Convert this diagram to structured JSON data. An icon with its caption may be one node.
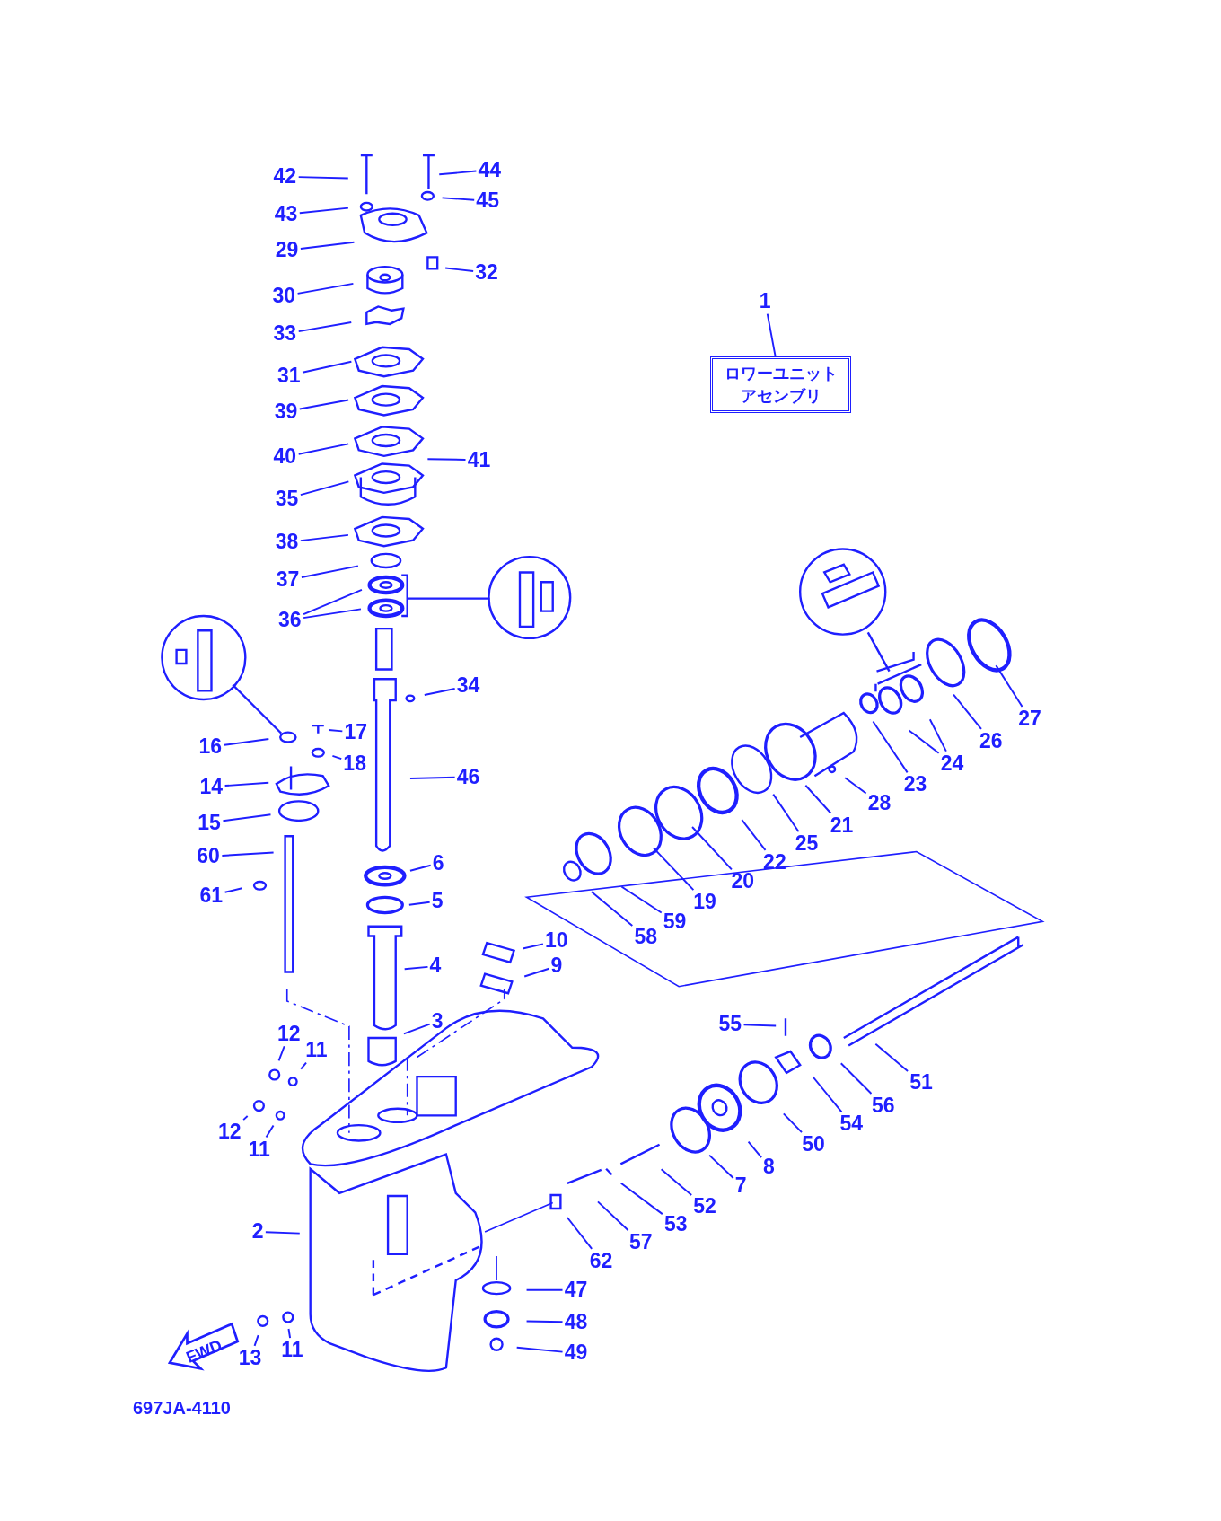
{
  "diagram": {
    "nodes": [
      {
        "text": [
          "42"
        ]
      },
      {
        "text": [
          "44"
        ]
      },
      {
        "text": [
          "43"
        ]
      },
      {
        "text": [
          "45"
        ]
      },
      {
        "text": [
          "29"
        ]
      },
      {
        "text": [
          "32"
        ]
      },
      {
        "text": [
          "30"
        ]
      },
      {
        "text": [
          "1"
        ]
      },
      {
        "text": [
          "33"
        ]
      },
      {
        "text": [
          "ロワーユニットアセンブリ"
        ]
      },
      {
        "text": [
          "31"
        ]
      },
      {
        "text": [
          "39"
        ]
      },
      {
        "text": [
          "40"
        ]
      },
      {
        "text": [
          "41"
        ]
      },
      {
        "text": [
          "35"
        ]
      },
      {
        "text": [
          "38"
        ]
      },
      {
        "text": [
          "37"
        ]
      },
      {
        "text": [
          "36"
        ]
      },
      {
        "text": [
          "34"
        ]
      },
      {
        "text": [
          "27"
        ]
      },
      {
        "text": [
          "17"
        ]
      },
      {
        "text": [
          "26"
        ]
      },
      {
        "text": [
          "16"
        ]
      },
      {
        "text": [
          "18"
        ]
      },
      {
        "text": [
          "24"
        ]
      },
      {
        "text": [
          "46"
        ]
      },
      {
        "text": [
          "23"
        ]
      },
      {
        "text": [
          "14"
        ]
      },
      {
        "text": [
          "28"
        ]
      },
      {
        "text": [
          "15"
        ]
      },
      {
        "text": [
          "21"
        ]
      },
      {
        "text": [
          "25"
        ]
      },
      {
        "text": [
          "60"
        ]
      },
      {
        "text": [
          "22"
        ]
      },
      {
        "text": [
          "6"
        ]
      },
      {
        "text": [
          "20"
        ]
      },
      {
        "text": [
          "61"
        ]
      },
      {
        "text": [
          "5"
        ]
      },
      {
        "text": [
          "19"
        ]
      },
      {
        "text": [
          "59"
        ]
      },
      {
        "text": [
          "58"
        ]
      },
      {
        "text": [
          "10"
        ]
      },
      {
        "text": [
          "9"
        ]
      },
      {
        "text": [
          "4"
        ]
      },
      {
        "text": [
          "3"
        ]
      },
      {
        "text": [
          "55"
        ]
      },
      {
        "text": [
          "12"
        ]
      },
      {
        "text": [
          "11"
        ]
      },
      {
        "text": [
          "51"
        ]
      },
      {
        "text": [
          "56"
        ]
      },
      {
        "text": [
          "54"
        ]
      },
      {
        "text": [
          "12"
        ]
      },
      {
        "text": [
          "50"
        ]
      },
      {
        "text": [
          "11"
        ]
      },
      {
        "text": [
          "8"
        ]
      },
      {
        "text": [
          "7"
        ]
      },
      {
        "text": [
          "52"
        ]
      },
      {
        "text": [
          "53"
        ]
      },
      {
        "text": [
          "2"
        ]
      },
      {
        "text": [
          "57"
        ]
      },
      {
        "text": [
          "62"
        ]
      },
      {
        "text": [
          "47"
        ]
      },
      {
        "text": [
          "48"
        ]
      },
      {
        "text": [
          "11"
        ]
      },
      {
        "text": [
          "49"
        ]
      },
      {
        "text": [
          "13"
        ]
      }
    ],
    "edges": [
      {
        "from": 0,
        "to": null,
        "arrow": "none"
      },
      {
        "from": 1,
        "to": null,
        "arrow": "none"
      },
      {
        "from": 2,
        "to": null,
        "arrow": "none"
      },
      {
        "from": 3,
        "to": null,
        "arrow": "none"
      },
      {
        "from": 4,
        "to": null,
        "arrow": "none"
      },
      {
        "from": 5,
        "to": null,
        "arrow": "none"
      },
      {
        "from": 6,
        "to": null,
        "arrow": "none"
      },
      {
        "from": 7,
        "to": 9,
        "arrow": "none"
      },
      {
        "from": 8,
        "to": null,
        "arrow": "none"
      },
      {
        "from": 10,
        "to": null,
        "arrow": "none"
      },
      {
        "from": 11,
        "to": null,
        "arrow": "none"
      },
      {
        "from": 12,
        "to": null,
        "arrow": "none"
      },
      {
        "from": 13,
        "to": null,
        "arrow": "none"
      },
      {
        "from": 14,
        "to": null,
        "arrow": "none"
      },
      {
        "from": 15,
        "to": null,
        "arrow": "none"
      },
      {
        "from": 16,
        "to": null,
        "arrow": "none"
      },
      {
        "from": 17,
        "to": null,
        "arrow": "none"
      },
      {
        "from": 17,
        "to": null,
        "arrow": "none"
      },
      {
        "from": 18,
        "to": null,
        "arrow": "none"
      },
      {
        "from": 19,
        "to": null,
        "arrow": "none"
      },
      {
        "from": 20,
        "to": null,
        "arrow": "none"
      },
      {
        "from": 21,
        "to": null,
        "arrow": "none"
      },
      {
        "from": 22,
        "to": null,
        "arrow": "none"
      },
      {
        "from": 23,
        "to": null,
        "arrow": "none"
      },
      {
        "from": 24,
        "to": null,
        "arrow": "none"
      },
      {
        "from": 24,
        "to": null,
        "arrow": "none"
      },
      {
        "from": 25,
        "to": null,
        "arrow": "none"
      },
      {
        "from": 26,
        "to": null,
        "arrow": "none"
      },
      {
        "from": 27,
        "to": null,
        "arrow": "none"
      },
      {
        "from": 28,
        "to": null,
        "arrow": "none"
      },
      {
        "from": 29,
        "to": null,
        "arrow": "none"
      },
      {
        "from": 30,
        "to": null,
        "arrow": "none"
      },
      {
        "from": 31,
        "to": null,
        "arrow": "none"
      },
      {
        "from": 32,
        "to": null,
        "arrow": "none"
      },
      {
        "from": 33,
        "to": null,
        "arrow": "none"
      },
      {
        "from": 34,
        "to": null,
        "arrow": "none"
      },
      {
        "from": 35,
        "to": null,
        "arrow": "none"
      },
      {
        "from": 36,
        "to": null,
        "arrow": "none"
      },
      {
        "from": 37,
        "to": null,
        "arrow": "none"
      },
      {
        "from": 38,
        "to": null,
        "arrow": "none"
      },
      {
        "from": 39,
        "to": null,
        "arrow": "none"
      },
      {
        "from": 40,
        "to": null,
        "arrow": "none"
      },
      {
        "from": 41,
        "to": null,
        "arrow": "none"
      },
      {
        "from": 42,
        "to": null,
        "arrow": "none"
      },
      {
        "from": 43,
        "to": null,
        "arrow": "none"
      },
      {
        "from": 44,
        "to": null,
        "arrow": "none"
      },
      {
        "from": 45,
        "to": null,
        "arrow": "none"
      },
      {
        "from": 46,
        "to": null,
        "arrow": "none"
      },
      {
        "from": 47,
        "to": null,
        "arrow": "none"
      },
      {
        "from": 48,
        "to": null,
        "arrow": "none"
      },
      {
        "from": 49,
        "to": null,
        "arrow": "none"
      },
      {
        "from": 50,
        "to": null,
        "arrow": "none"
      },
      {
        "from": 51,
        "to": null,
        "arrow": "none"
      },
      {
        "from": 52,
        "to": null,
        "arrow": "none"
      },
      {
        "from": 53,
        "to": null,
        "arrow": "none"
      },
      {
        "from": 54,
        "to": null,
        "arrow": "none"
      },
      {
        "from": 55,
        "to": null,
        "arrow": "none"
      },
      {
        "from": 56,
        "to": null,
        "arrow": "none"
      },
      {
        "from": 57,
        "to": null,
        "arrow": "none"
      },
      {
        "from": 58,
        "to": null,
        "arrow": "none"
      },
      {
        "from": 59,
        "to": null,
        "arrow": "none"
      },
      {
        "from": 60,
        "to": null,
        "arrow": "none"
      },
      {
        "from": 61,
        "to": null,
        "arrow": "none"
      },
      {
        "from": 62,
        "to": null,
        "arrow": "none"
      },
      {
        "from": 63,
        "to": null,
        "arrow": "none"
      },
      {
        "from": 64,
        "to": null,
        "arrow": "none"
      },
      {
        "from": 65,
        "to": null,
        "arrow": "none"
      }
    ],
    "labels": [
      "FWD",
      "697JA-4110"
    ]
  }
}
